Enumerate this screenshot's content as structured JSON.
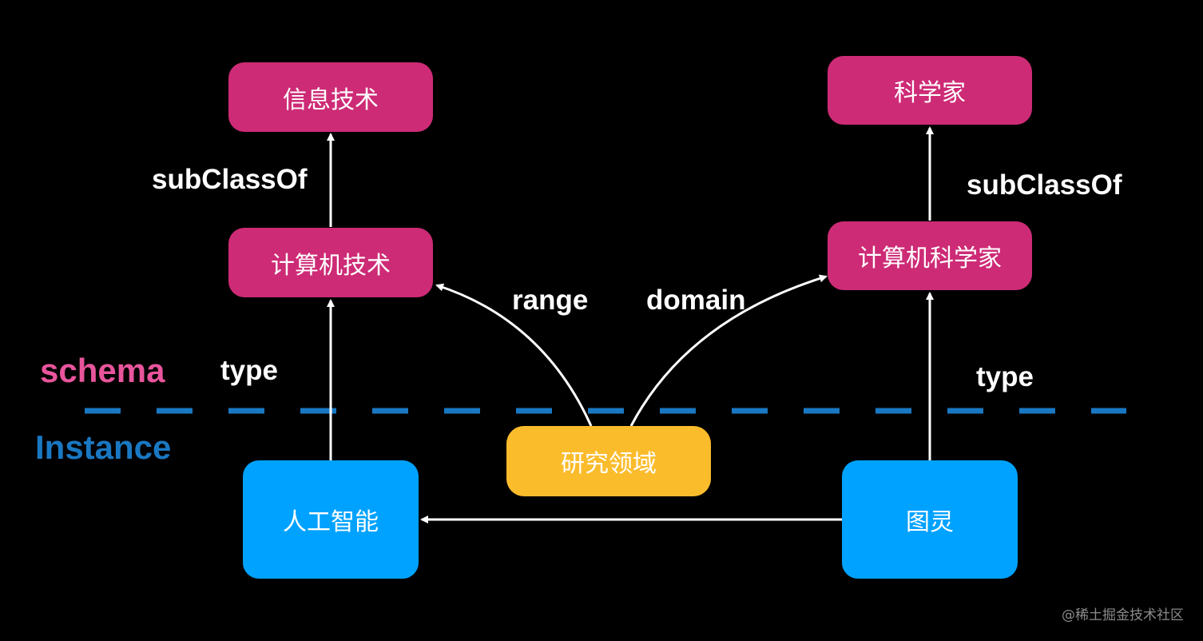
{
  "colors": {
    "schema": "#cd2b76",
    "instance": "#00a2ff",
    "property": "#fbbc2c",
    "schema_label": "#e8559c",
    "instance_label": "#1a78c2",
    "divider": "#1a78c2",
    "edge": "#ffffff"
  },
  "layers": {
    "schema": "schema",
    "instance": "Instance"
  },
  "nodes": {
    "info_tech": "信息技术",
    "computer_tech": "计算机技术",
    "scientist": "科学家",
    "computer_scientist": "计算机科学家",
    "ai": "人工智能",
    "research_field": "研究领域",
    "turing": "图灵"
  },
  "edge_labels": {
    "subclass_left": "subClassOf",
    "subclass_right": "subClassOf",
    "range": "range",
    "domain": "domain",
    "type_left": "type",
    "type_right": "type"
  },
  "watermark": "@稀土掘金技术社区"
}
